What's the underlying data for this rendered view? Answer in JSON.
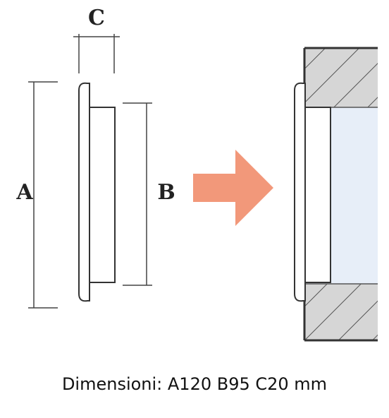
{
  "labels": {
    "a": "A",
    "b": "B",
    "c": "C"
  },
  "caption": "Dimensioni: A120 B95 C20 mm",
  "colors": {
    "arrow": "#f2987a",
    "opening": "#e7eef8",
    "wall_hatch": "#d6d6d6",
    "line": "#333333"
  },
  "icons": {
    "arrow": "right-arrow-icon"
  }
}
